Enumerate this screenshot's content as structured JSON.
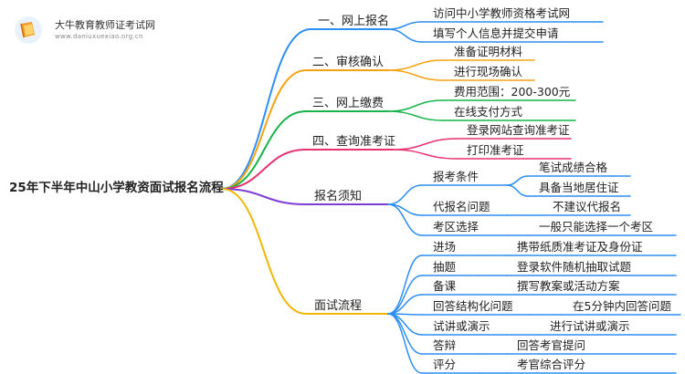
{
  "logo": {
    "title": "大牛教育教师证考试网",
    "url": "www.daniuxuexiao.org.cn"
  },
  "colors": {
    "blue": "#2d8ef2",
    "orange": "#f5a312",
    "green": "#17b34a",
    "pink": "#e8316d",
    "purple": "#7e3fd6",
    "gold": "#f2b705"
  },
  "root": "25年下半年中山小学教资面试报名流程",
  "branches": [
    {
      "label": "一、网上报名",
      "children": [
        {
          "label": "访问中小学教师资格考试网"
        },
        {
          "label": "填写个人信息并提交申请"
        }
      ]
    },
    {
      "label": "二、审核确认",
      "children": [
        {
          "label": "准备证明材料"
        },
        {
          "label": "进行现场确认"
        }
      ]
    },
    {
      "label": "三、网上缴费",
      "children": [
        {
          "label": "费用范围：200-300元"
        },
        {
          "label": "在线支付方式"
        }
      ]
    },
    {
      "label": "四、查询准考证",
      "children": [
        {
          "label": "登录网站查询准考证"
        },
        {
          "label": "打印准考证"
        }
      ]
    },
    {
      "label": "报名须知",
      "children": [
        {
          "label": "报考条件",
          "children": [
            {
              "label": "笔试成绩合格"
            },
            {
              "label": "具备当地居住证"
            }
          ]
        },
        {
          "label": "代报名问题",
          "children": [
            {
              "label": "不建议代报名"
            }
          ]
        },
        {
          "label": "考区选择",
          "children": [
            {
              "label": "一般只能选择一个考区"
            }
          ]
        }
      ]
    },
    {
      "label": "面试流程",
      "children": [
        {
          "label": "进场",
          "children": [
            {
              "label": "携带纸质准考证及身份证"
            }
          ]
        },
        {
          "label": "抽题",
          "children": [
            {
              "label": "登录软件随机抽取试题"
            }
          ]
        },
        {
          "label": "备课",
          "children": [
            {
              "label": "撰写教案或活动方案"
            }
          ]
        },
        {
          "label": "回答结构化问题",
          "children": [
            {
              "label": "在5分钟内回答问题"
            }
          ]
        },
        {
          "label": "试讲或演示",
          "children": [
            {
              "label": "进行试讲或演示"
            }
          ]
        },
        {
          "label": "答辩",
          "children": [
            {
              "label": "回答考官提问"
            }
          ]
        },
        {
          "label": "评分",
          "children": [
            {
              "label": "考官综合评分"
            }
          ]
        }
      ]
    }
  ]
}
